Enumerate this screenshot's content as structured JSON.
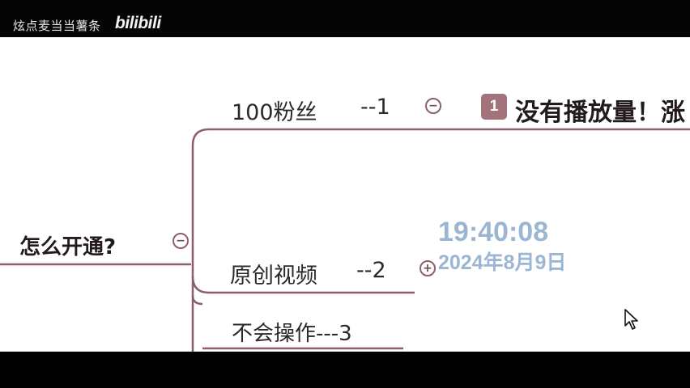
{
  "header": {
    "channel_name": "炫点麦当当薯条",
    "logo_text": "bilibili"
  },
  "mindmap": {
    "root": {
      "label": "怎么开通?",
      "toggle": "−"
    },
    "branches": [
      {
        "label": "100粉丝",
        "number": "--1",
        "toggle": "−"
      },
      {
        "label": "原创视频",
        "number": "--2",
        "toggle": "+"
      },
      {
        "label": "不会操作---3"
      }
    ],
    "note": {
      "badge": "1",
      "text": "没有播放量！涨"
    }
  },
  "overlay": {
    "time": "19:40:08",
    "date": "2024年8月9日"
  },
  "icons": {
    "collapse": "minus-circle-icon",
    "expand": "plus-circle-icon",
    "cursor": "mouse-pointer-icon"
  },
  "colors": {
    "branch_line": "#8d5f6b",
    "badge": "#a3737c",
    "overlay_text": "#9bb6d3"
  }
}
